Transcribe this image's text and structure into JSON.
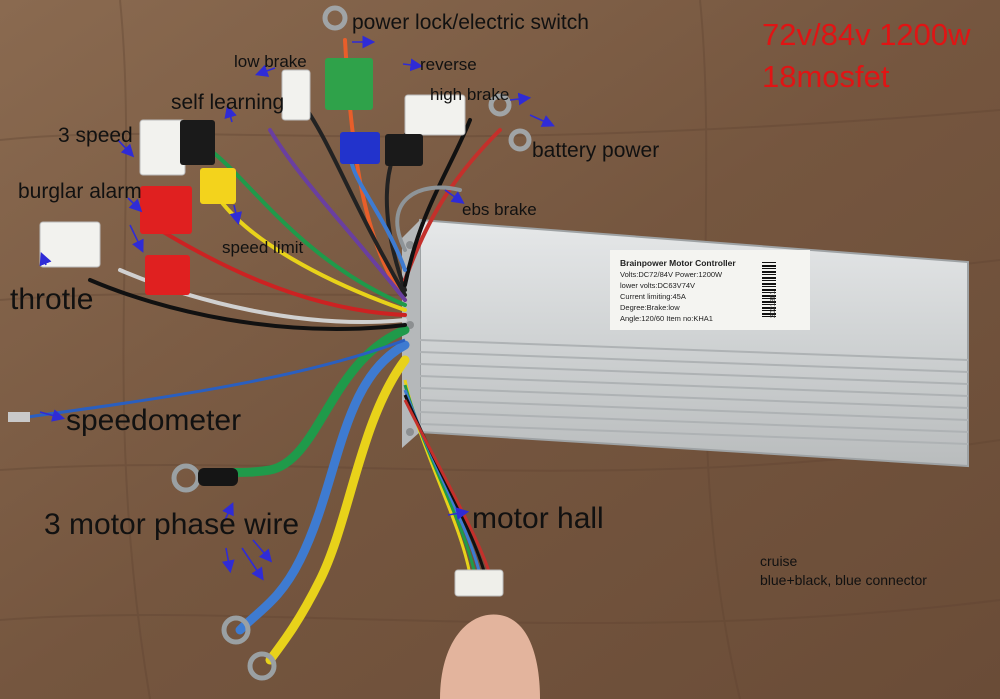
{
  "spec": {
    "line1": "72v/84v 1200w",
    "line2": "18mosfet",
    "color": "#e01414"
  },
  "labels": {
    "power_lock": "power lock/electric switch",
    "low_brake": "low brake",
    "reverse": "reverse",
    "self_learning": "self learning",
    "high_brake": "high brake",
    "three_speed": "3 speed",
    "battery_power": "battery power",
    "burglar_alarm": "burglar alarm",
    "ebs_brake": "ebs brake",
    "speed_limit": "speed limit",
    "throttle": "throtle",
    "speedometer": "speedometer",
    "motor_phase": "3 motor phase wire",
    "motor_hall": "motor hall"
  },
  "sticker": {
    "title": "Brainpower Motor Controller",
    "line1": "Volts:DC72/84V  Power:1200W",
    "line2": "lower volts:DC63V74V",
    "line3": "Current limiting:45A",
    "line4": "Degree:Brake:low",
    "line5": "Angle:120/60   Item no:KHA1",
    "barcode_text": "2021801"
  },
  "note": {
    "line1": "cruise",
    "line2": "blue+black, blue connector"
  },
  "colors": {
    "wood": "#7a5d45",
    "arrow": "#2f2bd6",
    "controller": "#d6d8d8"
  }
}
